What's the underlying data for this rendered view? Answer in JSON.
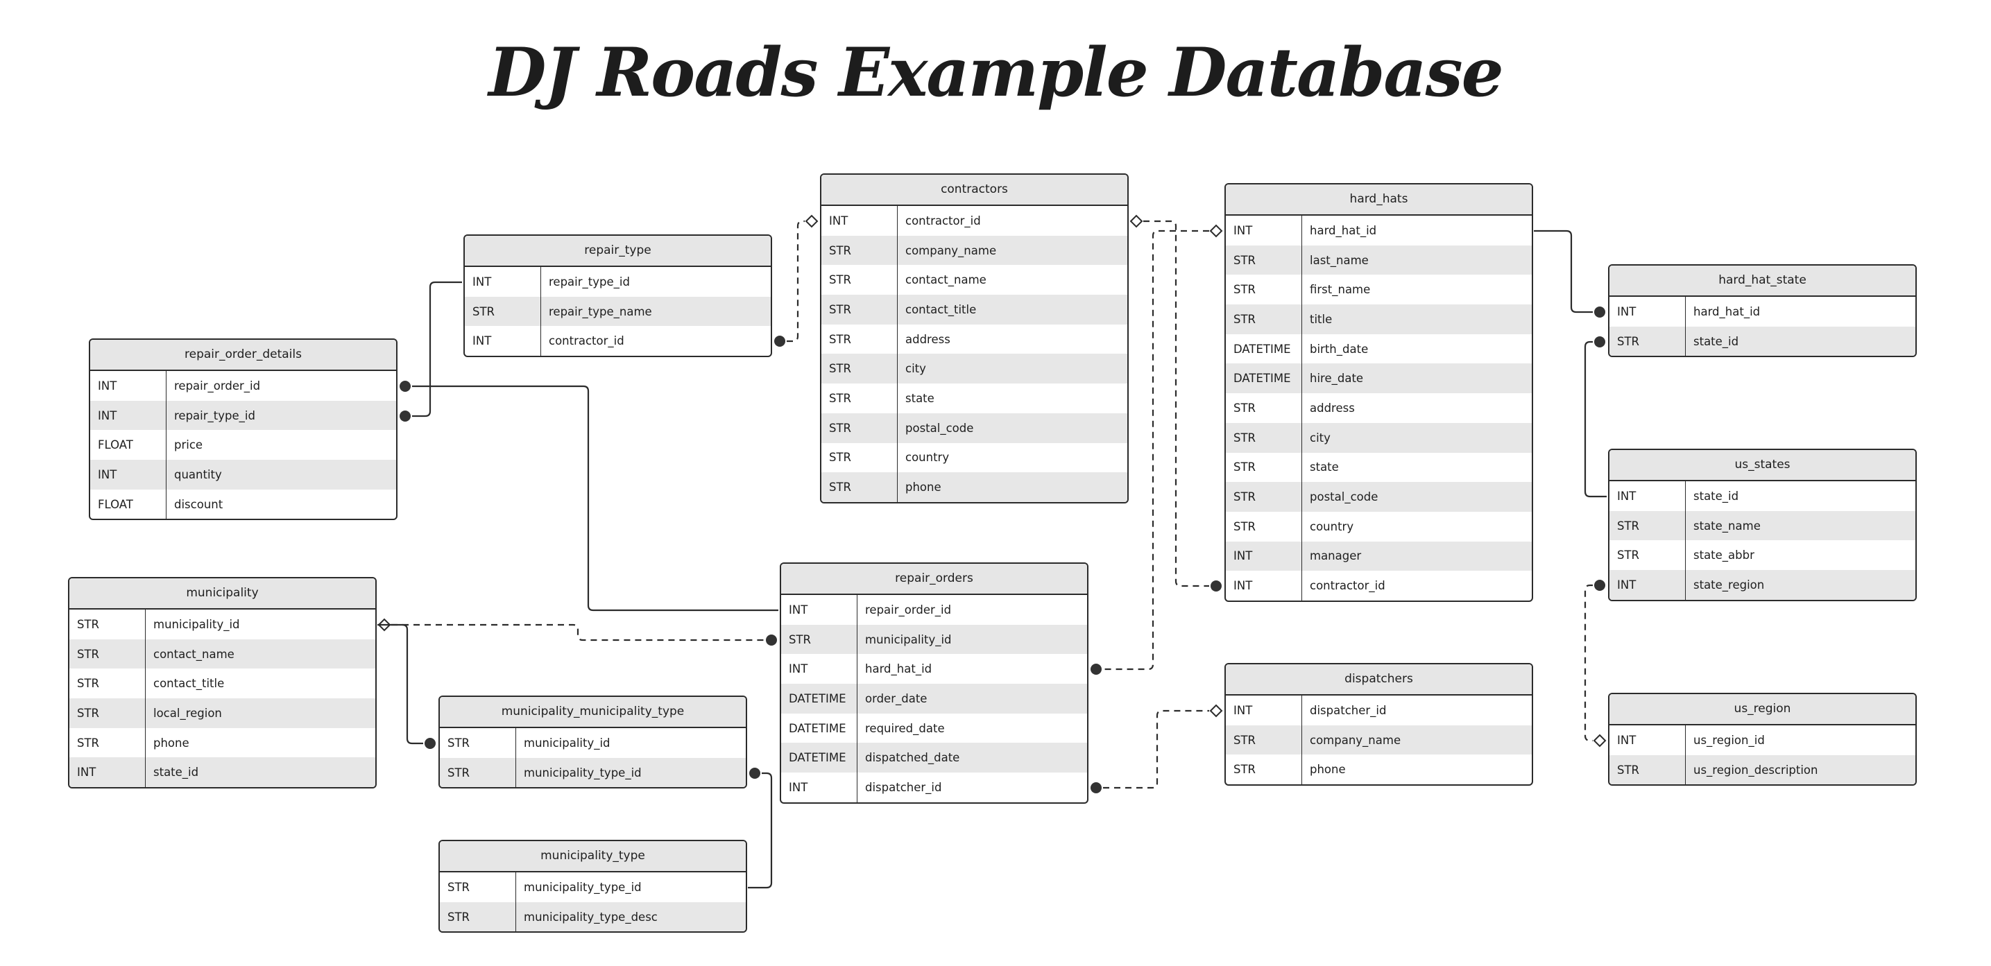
{
  "title": "DJ Roads Example Database",
  "colors": {
    "header_fill": "#e6e6e6",
    "alt_row_fill": "#e7e7e7",
    "border": "#2b2b2b",
    "line": "#2b2b2b",
    "endpoint_dot": "#333333"
  },
  "tables": [
    {
      "id": "repair_type",
      "name": "repair_type",
      "columns": [
        {
          "type": "INT",
          "name": "repair_type_id"
        },
        {
          "type": "STR",
          "name": "repair_type_name"
        },
        {
          "type": "INT",
          "name": "contractor_id"
        }
      ]
    },
    {
      "id": "repair_order_details",
      "name": "repair_order_details",
      "columns": [
        {
          "type": "INT",
          "name": "repair_order_id"
        },
        {
          "type": "INT",
          "name": "repair_type_id"
        },
        {
          "type": "FLOAT",
          "name": "price"
        },
        {
          "type": "INT",
          "name": "quantity"
        },
        {
          "type": "FLOAT",
          "name": "discount"
        }
      ]
    },
    {
      "id": "contractors",
      "name": "contractors",
      "columns": [
        {
          "type": "INT",
          "name": "contractor_id"
        },
        {
          "type": "STR",
          "name": "company_name"
        },
        {
          "type": "STR",
          "name": "contact_name"
        },
        {
          "type": "STR",
          "name": "contact_title"
        },
        {
          "type": "STR",
          "name": "address"
        },
        {
          "type": "STR",
          "name": "city"
        },
        {
          "type": "STR",
          "name": "state"
        },
        {
          "type": "STR",
          "name": "postal_code"
        },
        {
          "type": "STR",
          "name": "country"
        },
        {
          "type": "STR",
          "name": "phone"
        }
      ]
    },
    {
      "id": "hard_hats",
      "name": "hard_hats",
      "columns": [
        {
          "type": "INT",
          "name": "hard_hat_id"
        },
        {
          "type": "STR",
          "name": "last_name"
        },
        {
          "type": "STR",
          "name": "first_name"
        },
        {
          "type": "STR",
          "name": "title"
        },
        {
          "type": "DATETIME",
          "name": "birth_date"
        },
        {
          "type": "DATETIME",
          "name": "hire_date"
        },
        {
          "type": "STR",
          "name": "address"
        },
        {
          "type": "STR",
          "name": "city"
        },
        {
          "type": "STR",
          "name": "state"
        },
        {
          "type": "STR",
          "name": "postal_code"
        },
        {
          "type": "STR",
          "name": "country"
        },
        {
          "type": "INT",
          "name": "manager"
        },
        {
          "type": "INT",
          "name": "contractor_id"
        }
      ]
    },
    {
      "id": "hard_hat_state",
      "name": "hard_hat_state",
      "columns": [
        {
          "type": "INT",
          "name": "hard_hat_id"
        },
        {
          "type": "STR",
          "name": "state_id"
        }
      ]
    },
    {
      "id": "us_states",
      "name": "us_states",
      "columns": [
        {
          "type": "INT",
          "name": "state_id"
        },
        {
          "type": "STR",
          "name": "state_name"
        },
        {
          "type": "STR",
          "name": "state_abbr"
        },
        {
          "type": "INT",
          "name": "state_region"
        }
      ]
    },
    {
      "id": "municipality",
      "name": "municipality",
      "columns": [
        {
          "type": "STR",
          "name": "municipality_id"
        },
        {
          "type": "STR",
          "name": "contact_name"
        },
        {
          "type": "STR",
          "name": "contact_title"
        },
        {
          "type": "STR",
          "name": "local_region"
        },
        {
          "type": "STR",
          "name": "phone"
        },
        {
          "type": "INT",
          "name": "state_id"
        }
      ]
    },
    {
      "id": "repair_orders",
      "name": "repair_orders",
      "columns": [
        {
          "type": "INT",
          "name": "repair_order_id"
        },
        {
          "type": "STR",
          "name": "municipality_id"
        },
        {
          "type": "INT",
          "name": "hard_hat_id"
        },
        {
          "type": "DATETIME",
          "name": "order_date"
        },
        {
          "type": "DATETIME",
          "name": "required_date"
        },
        {
          "type": "DATETIME",
          "name": "dispatched_date"
        },
        {
          "type": "INT",
          "name": "dispatcher_id"
        }
      ]
    },
    {
      "id": "dispatchers",
      "name": "dispatchers",
      "columns": [
        {
          "type": "INT",
          "name": "dispatcher_id"
        },
        {
          "type": "STR",
          "name": "company_name"
        },
        {
          "type": "STR",
          "name": "phone"
        }
      ]
    },
    {
      "id": "municipality_municipality_type",
      "name": "municipality_municipality_type",
      "columns": [
        {
          "type": "STR",
          "name": "municipality_id"
        },
        {
          "type": "STR",
          "name": "municipality_type_id"
        }
      ]
    },
    {
      "id": "us_region",
      "name": "us_region",
      "columns": [
        {
          "type": "INT",
          "name": "us_region_id"
        },
        {
          "type": "STR",
          "name": "us_region_description"
        }
      ]
    },
    {
      "id": "municipality_type",
      "name": "municipality_type",
      "columns": [
        {
          "type": "STR",
          "name": "municipality_type_id"
        },
        {
          "type": "STR",
          "name": "municipality_type_desc"
        }
      ]
    }
  ],
  "relationships": [
    {
      "id": "rt-rod",
      "from": "repair_type.repair_type_id",
      "to": "repair_order_details.repair_type_id",
      "style": "solid",
      "from_end": "none",
      "to_end": "dot"
    },
    {
      "id": "rt-con",
      "from": "repair_type.contractor_id",
      "to": "contractors.contractor_id",
      "style": "dashed",
      "from_end": "dot",
      "to_end": "diamond"
    },
    {
      "id": "rod-ro",
      "from": "repair_order_details.repair_order_id",
      "to": "repair_orders.repair_order_id",
      "style": "solid",
      "from_end": "dot",
      "to_end": "none"
    },
    {
      "id": "con-hh",
      "from": "contractors.contractor_id",
      "to": "hard_hats.contractor_id",
      "style": "dashed",
      "from_end": "diamond",
      "to_end": "dot"
    },
    {
      "id": "hh-ro",
      "from": "hard_hats.hard_hat_id",
      "to": "repair_orders.hard_hat_id",
      "style": "dashed",
      "from_end": "diamond",
      "to_end": "dot"
    },
    {
      "id": "hh-hhs",
      "from": "hard_hats.hard_hat_id",
      "to": "hard_hat_state.hard_hat_id",
      "style": "solid",
      "from_end": "none",
      "to_end": "dot"
    },
    {
      "id": "hhs-us",
      "from": "hard_hat_state.state_id",
      "to": "us_states.state_id",
      "style": "solid",
      "from_end": "dot",
      "to_end": "none"
    },
    {
      "id": "us-reg",
      "from": "us_states.state_region",
      "to": "us_region.us_region_id",
      "style": "dashed",
      "from_end": "dot",
      "to_end": "diamond"
    },
    {
      "id": "mun-ro",
      "from": "municipality.municipality_id",
      "to": "repair_orders.municipality_id",
      "style": "dashed",
      "from_end": "diamond",
      "to_end": "dot"
    },
    {
      "id": "mun-mmt",
      "from": "municipality.municipality_id",
      "to": "municipality_municipality_type.municipality_id",
      "style": "solid",
      "from_end": "none",
      "to_end": "dot"
    },
    {
      "id": "mmt-mt",
      "from": "municipality_municipality_type.municipality_type_id",
      "to": "municipality_type.municipality_type_id",
      "style": "solid",
      "from_end": "dot",
      "to_end": "none"
    },
    {
      "id": "ro-dis",
      "from": "repair_orders.dispatcher_id",
      "to": "dispatchers.dispatcher_id",
      "style": "dashed",
      "from_end": "dot",
      "to_end": "diamond"
    }
  ]
}
